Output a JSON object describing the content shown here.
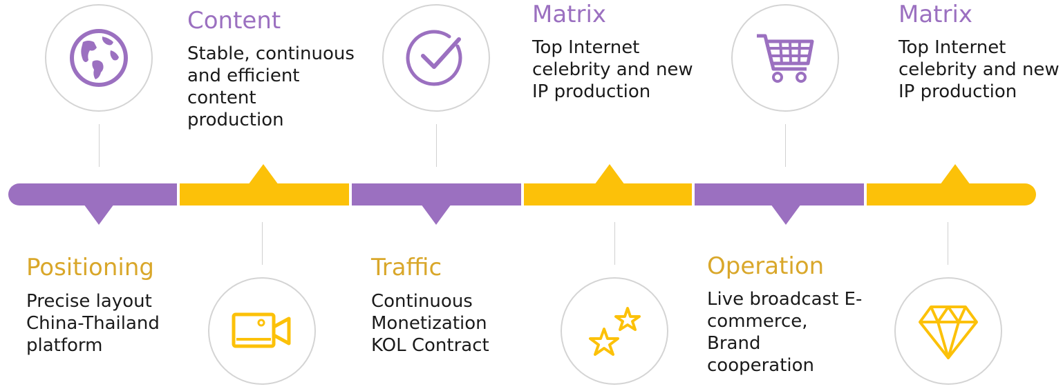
{
  "colors": {
    "purple": "#9b70c0",
    "yellow": "#fcc109",
    "gold_text": "#d9a72a",
    "circle_border": "#d4d4d4"
  },
  "top_items": [
    {
      "icon": "globe-icon"
    },
    {
      "title": "Content",
      "lines": [
        "Stable, continuous",
        "and efficient",
        "content",
        "production"
      ]
    },
    {
      "icon": "checkmark-icon"
    },
    {
      "title": "Matrix",
      "lines": [
        "Top Internet",
        "celebrity and new",
        "IP production"
      ]
    },
    {
      "icon": "shopping-cart-icon"
    },
    {
      "title": "Matrix",
      "lines": [
        "Top Internet",
        "celebrity and new",
        "IP production"
      ]
    }
  ],
  "bottom_items": [
    {
      "title": "Positioning",
      "lines": [
        "Precise layout",
        "China-Thailand",
        "platform"
      ]
    },
    {
      "icon": "video-camera-icon"
    },
    {
      "title": "Traffic",
      "lines": [
        "Continuous",
        "Monetization",
        "KOL Contract"
      ]
    },
    {
      "icon": "stars-icon"
    },
    {
      "title": "Operation",
      "lines": [
        "Live broadcast E-",
        "commerce,",
        "Brand",
        "cooperation"
      ]
    },
    {
      "icon": "diamond-icon"
    }
  ]
}
